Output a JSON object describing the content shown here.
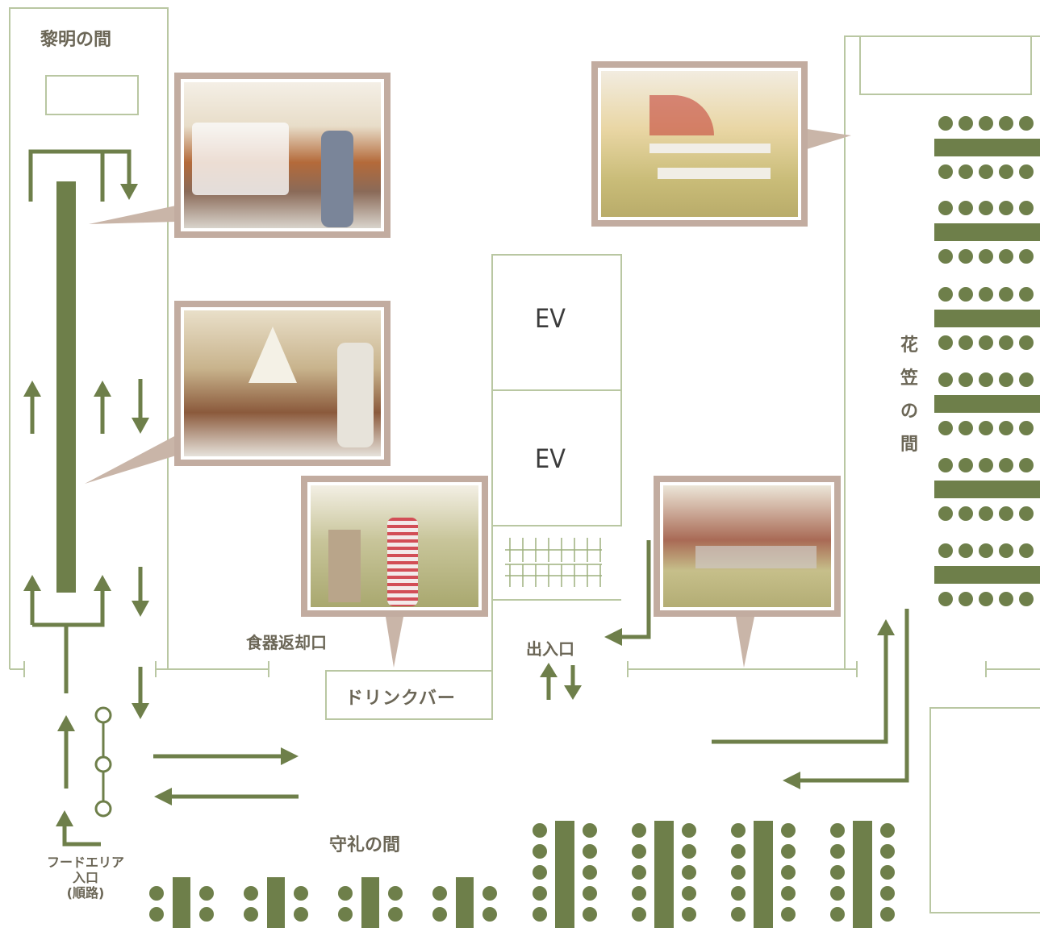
{
  "colors": {
    "line": "#b9c7a2",
    "green": "#6e7f4a",
    "photo_frame": "#c2aca0",
    "text": "#6b6656"
  },
  "rooms": {
    "reimei": "黎明の間",
    "shurei": "守礼の間",
    "hanagasa_chars": [
      "花",
      "笠",
      "の",
      "間"
    ]
  },
  "labels": {
    "ev_upper": "EV",
    "ev_lower": "EV",
    "dish_return": "食器返却口",
    "drink_bar": "ドリンクバー",
    "entrance": "出入口",
    "food_area_line1": "フードエリア",
    "food_area_line2": "入口",
    "food_area_line3": "(順路)"
  },
  "photos": [
    {
      "name": "photo-buffet-line"
    },
    {
      "name": "photo-buffet-counter"
    },
    {
      "name": "photo-drink-bar"
    },
    {
      "name": "photo-hanagasa-room"
    },
    {
      "name": "photo-shurei-room"
    }
  ]
}
